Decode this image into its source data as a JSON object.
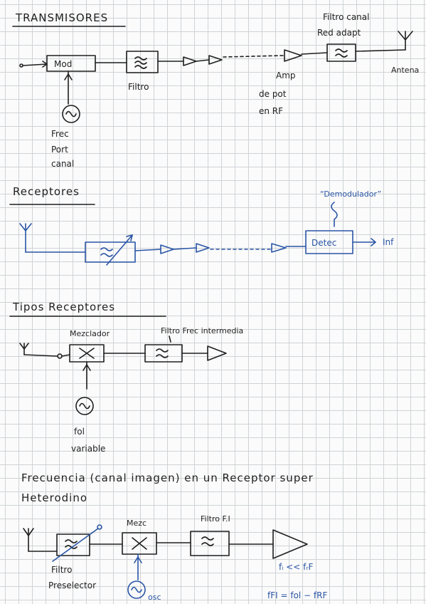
{
  "sections": {
    "transmisores": {
      "title": "TRANSMISORES",
      "mod": "Mod",
      "filtro": "Filtro",
      "amp": [
        "Amp",
        "de pot",
        "en RF"
      ],
      "frec": [
        "Frec",
        "Port",
        "canal"
      ],
      "filtro_canal": [
        "Filtro canal",
        "Red adapt"
      ],
      "antena": "Antena"
    },
    "receptores": {
      "title": "Receptores",
      "demodulador": "“Demodulador”",
      "detec": "Detec",
      "inf": "Inf"
    },
    "tipos": {
      "title": "Tipos Receptores",
      "mezclador": "Mezclador",
      "filtro_fi": "Filtro Frec intermedia",
      "pol": [
        "fol",
        "variable"
      ]
    },
    "imagen": {
      "title": [
        "Frecuencia (canal imagen) en un Receptor super",
        "Heterodino"
      ],
      "mezc": "Mezc",
      "filtro_fi": "Filtro F.I",
      "preselector": [
        "Filtro",
        "Preselector"
      ],
      "osc": "osc",
      "rel1": "fᵢ << fᵣF",
      "rel2": "fFI = fol − fRF"
    }
  },
  "colors": {
    "ink": "#1f1f1f",
    "blue": "#2a55a6",
    "grid": "#cfd3d6"
  }
}
